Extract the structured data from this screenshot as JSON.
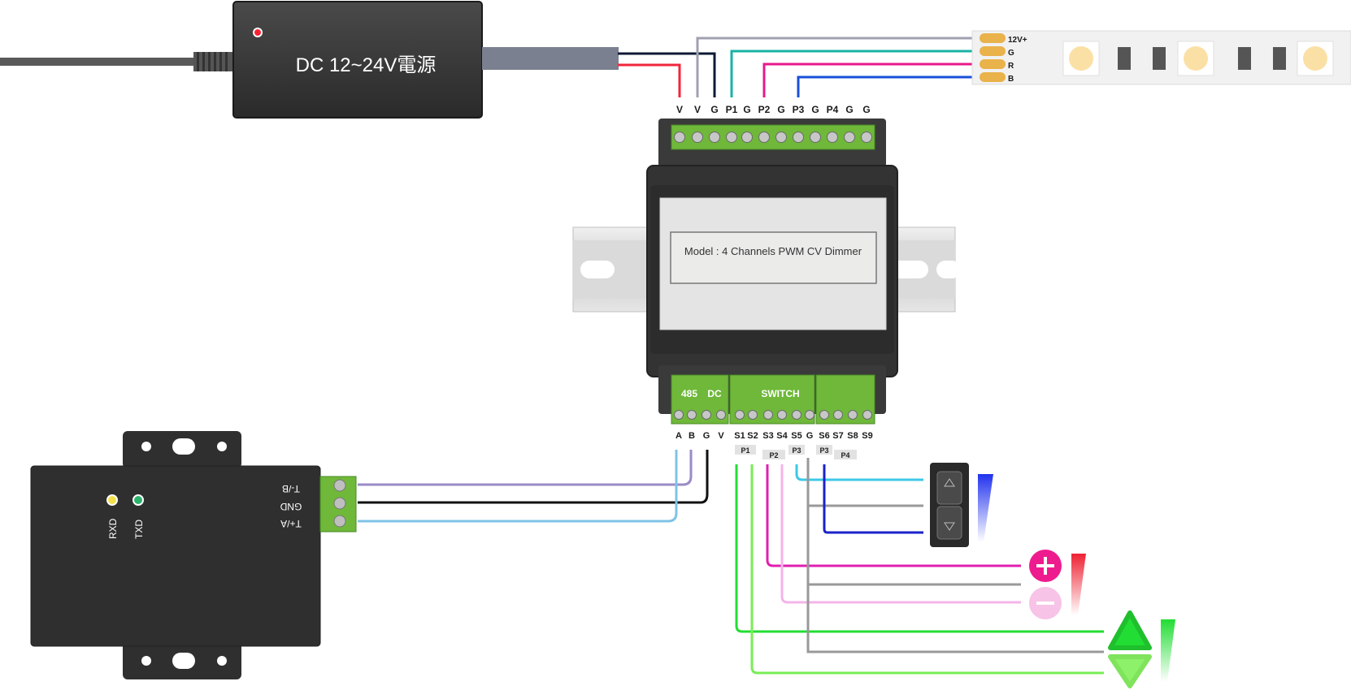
{
  "power_supply": {
    "label": "DC 12~24V電源"
  },
  "dimmer": {
    "model_text": "Model : 4 Channels PWM CV Dimmer",
    "top_terminals": [
      "V",
      "V",
      "G",
      "P1",
      "G",
      "P2",
      "G",
      "P3",
      "G",
      "P4",
      "G",
      "G"
    ],
    "group_485": "485",
    "group_dc": "DC",
    "group_switch": "SWITCH",
    "bottom_terminals": [
      "A",
      "B",
      "G",
      "V",
      "S1",
      "S2",
      "S3",
      "S4",
      "S5",
      "G",
      "S6",
      "S7",
      "S8",
      "S9"
    ],
    "channel_tags": [
      "P1",
      "P2",
      "P3",
      "P3",
      "P4"
    ]
  },
  "led_strip": {
    "pads": [
      "12V+",
      "G",
      "R",
      "B"
    ]
  },
  "converter": {
    "terminals": [
      "T-/B",
      "GND",
      "T+/A"
    ],
    "leds": [
      "RXD",
      "TXD"
    ]
  },
  "colors": {
    "wire_purple": "#9b8ac7",
    "wire_black": "#111111",
    "wire_lightblue": "#7fc3e6",
    "wire_red": "#f0263a",
    "wire_navy": "#0d1a33",
    "wire_gray": "#999999",
    "wire_teal": "#19b3a3",
    "wire_pink": "#e8188a",
    "wire_blue": "#1a4fd9",
    "wire_cyan": "#3ec8e6",
    "wire_darkblue": "#1a22c9",
    "wire_magenta": "#e020b0",
    "wire_lightpink": "#f4b4e8",
    "wire_green": "#22dd33",
    "wire_lightgreen": "#77ee55",
    "terminal_green": "#6fb83a"
  },
  "controls": {
    "updown_switch": "up-down-rocker-icon",
    "plus_button": "plus-icon",
    "minus_button": "minus-icon",
    "up_button": "triangle-up-icon",
    "down_button": "triangle-down-icon"
  }
}
